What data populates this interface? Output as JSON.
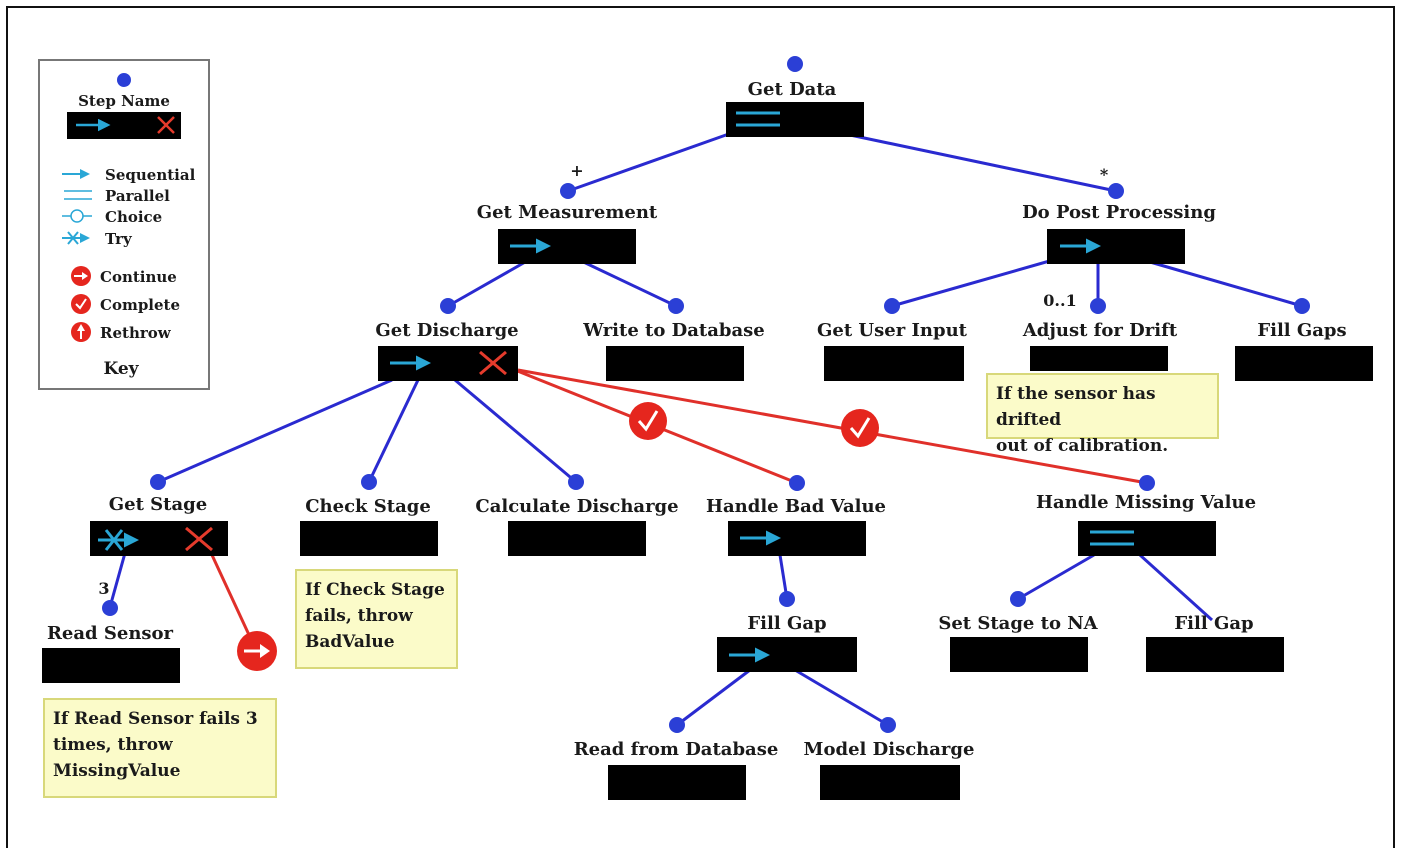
{
  "key": {
    "step_name": "Step Name",
    "title": "Key",
    "items": [
      "Sequential",
      "Parallel",
      "Choice",
      "Try",
      "Continue",
      "Complete",
      "Rethrow"
    ]
  },
  "steps": {
    "get_data": "Get Data",
    "get_measurement": "Get Measurement",
    "do_post_processing": "Do Post Processing",
    "get_discharge": "Get Discharge",
    "write_to_database": "Write to Database",
    "get_user_input": "Get User Input",
    "adjust_for_drift": "Adjust for Drift",
    "fill_gaps": "Fill Gaps",
    "get_stage": "Get Stage",
    "check_stage": "Check Stage",
    "calculate_discharge": "Calculate Discharge",
    "handle_bad_value": "Handle Bad Value",
    "handle_missing_value": "Handle Missing Value",
    "read_sensor": "Read Sensor",
    "fill_gap_1": "Fill Gap",
    "set_stage_to_na": "Set Stage to NA",
    "fill_gap_2": "Fill Gap",
    "read_from_database": "Read from Database",
    "model_discharge": "Model Discharge"
  },
  "multiplicities": {
    "get_measurement": "+",
    "do_post_processing": "*",
    "adjust_for_drift": "0..1",
    "read_sensor": "3"
  },
  "notes": {
    "drift": "If the sensor has drifted\nout of calibration.",
    "check_stage": "If Check Stage\nfails, throw\nBadValue",
    "read_sensor": "If Read Sensor fails 3\ntimes, throw\nMissingValue"
  },
  "colors": {
    "edge": "#2a2ad0",
    "error_edge": "#e0302a",
    "node_dot": "#2b3fd6",
    "box": "#000000",
    "seq_arrow": "#2aa7d6",
    "error_x": "#e53b2c",
    "badge": "#e5261e",
    "note_bg": "#fbfbc9"
  }
}
